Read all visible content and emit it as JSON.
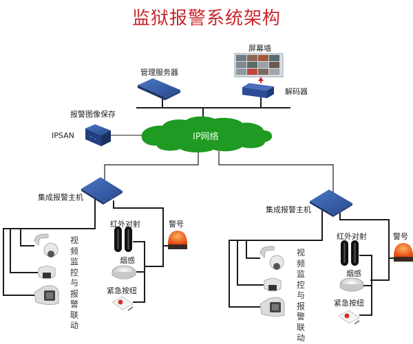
{
  "title": "监狱报警系统架构",
  "colors": {
    "title": "#c8262b",
    "cloud": "#1f9a22",
    "device_blue": "#2f559f",
    "line": "#1a1a1a",
    "arrow": "#e02020",
    "beacon": "#e8641e"
  },
  "top": {
    "management_server": "管理服务器",
    "video_wall": "屏幕墙",
    "decoder": "解码器",
    "image_storage": "报警图像保存",
    "ipsan": "IPSAN",
    "network": "IP网络"
  },
  "left_branch": {
    "alarm_host": "集成报警主机",
    "infrared": "红外对射",
    "siren": "警号",
    "smoke": "烟感",
    "emergency_button": "紧急按纽",
    "video_linkage": "视频监控与报警联动"
  },
  "right_branch": {
    "alarm_host": "集成报警主机",
    "infrared": "红外对射",
    "siren": "警号",
    "smoke": "烟感",
    "emergency_button": "紧急按纽",
    "video_linkage": "视频监控与报警联动"
  }
}
